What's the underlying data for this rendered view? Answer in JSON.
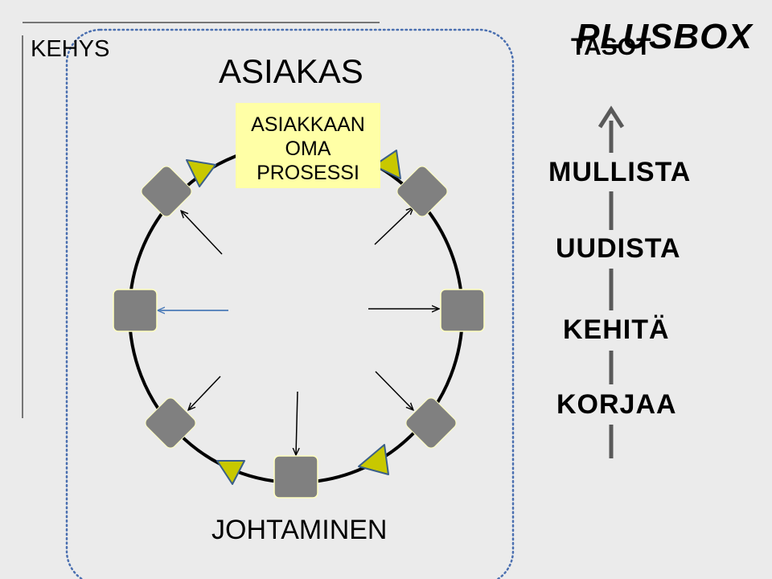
{
  "frame": {
    "label": "KEHYS"
  },
  "customer": {
    "title": "ASIAKAS"
  },
  "brand": {
    "name": "PLUSBOX"
  },
  "process": {
    "lines": [
      "ASIAKKAAN",
      "OMA",
      "PROSESSI"
    ]
  },
  "levels": {
    "title": "TASOT",
    "items": [
      "MULLISTA",
      "UUDISTA",
      "KEHITÄ",
      "KORJAA"
    ]
  },
  "management": {
    "label": "JOHTAMINEN"
  },
  "colors": {
    "background": "#ebebeb",
    "node_fill": "#808080",
    "triangle_fill": "#c8c800",
    "triangle_stroke": "#3a5f8a",
    "process_box": "#ffffa6",
    "dotted_border": "#4a6fb0",
    "highlight_arrow": "#4a7ab8",
    "level_arrow": "#595959"
  }
}
